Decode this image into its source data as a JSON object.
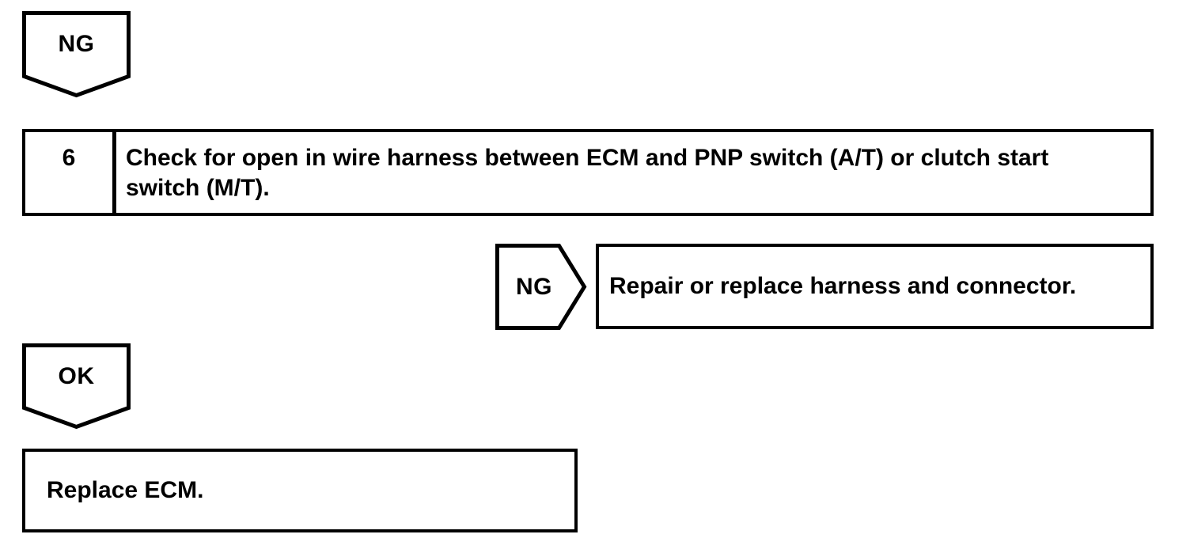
{
  "page": {
    "background": "#ffffff",
    "line_color": "#000000"
  },
  "flow": {
    "ng_top_banner": {
      "label": "NG"
    },
    "step": {
      "number": "6",
      "instruction": "Check for open in wire harness between ECM and PNP switch (A/T) or clutch start switch (M/T)."
    },
    "ng_branch": {
      "label": "NG",
      "action": "Repair or replace harness and connector."
    },
    "ok_banner": {
      "label": "OK"
    },
    "final": {
      "action": "Replace ECM."
    }
  }
}
